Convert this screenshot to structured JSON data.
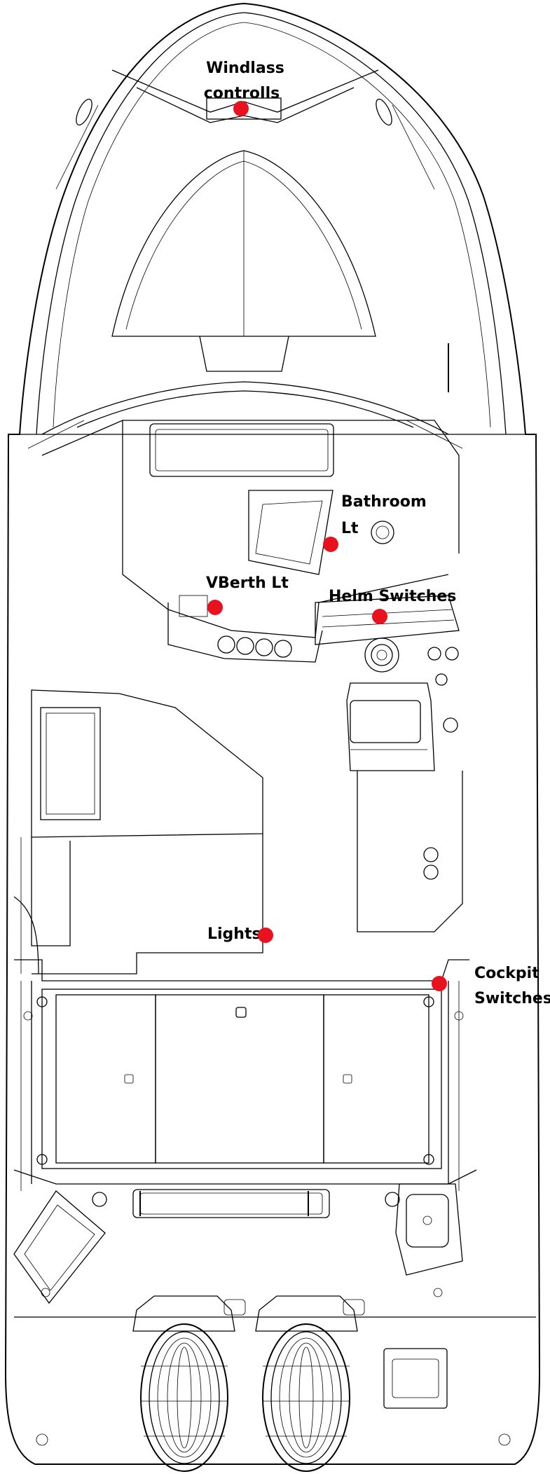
{
  "diagram": {
    "accent_color": "#e8121e",
    "callouts": [
      {
        "id": "windlass",
        "label_lines": [
          "Windlass",
          "controlls"
        ]
      },
      {
        "id": "bathroom",
        "label_lines": [
          "Bathroom",
          "Lt"
        ]
      },
      {
        "id": "vberth",
        "label_lines": [
          "VBerth Lt"
        ]
      },
      {
        "id": "helm",
        "label_lines": [
          "Helm Switches"
        ]
      },
      {
        "id": "lights",
        "label_lines": [
          "Lights"
        ]
      },
      {
        "id": "cockpit",
        "label_lines": [
          "Cockpit",
          "Switches"
        ]
      }
    ]
  }
}
